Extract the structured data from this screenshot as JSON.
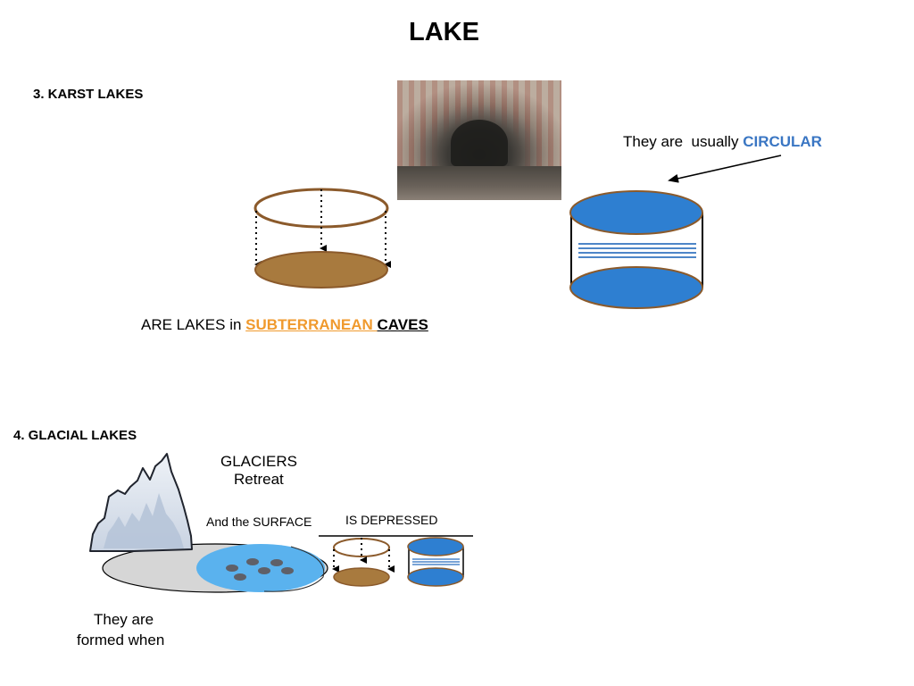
{
  "title": "LAKE",
  "karst": {
    "heading": "3. KARST LAKES",
    "caption_prefix": "ARE LAKES in ",
    "caption_subterranean": "SUBTERRANEAN ",
    "caption_caves": "CAVES",
    "shape_prefix": "They are  usually ",
    "shape_word": "CIRCULAR"
  },
  "glacial": {
    "heading": "4. GLACIAL LAKES",
    "glaciers": "GLACIERS",
    "retreat": "Retreat",
    "surface": "And the SURFACE",
    "depressed": "IS DEPRESSED",
    "formed_1": "They are",
    "formed_2": "formed when"
  },
  "colors": {
    "accent_orange": "#f09a2e",
    "accent_blue": "#3a76c3",
    "lake_blue": "#2e7fd1",
    "soil_brown": "#a87a3e"
  }
}
